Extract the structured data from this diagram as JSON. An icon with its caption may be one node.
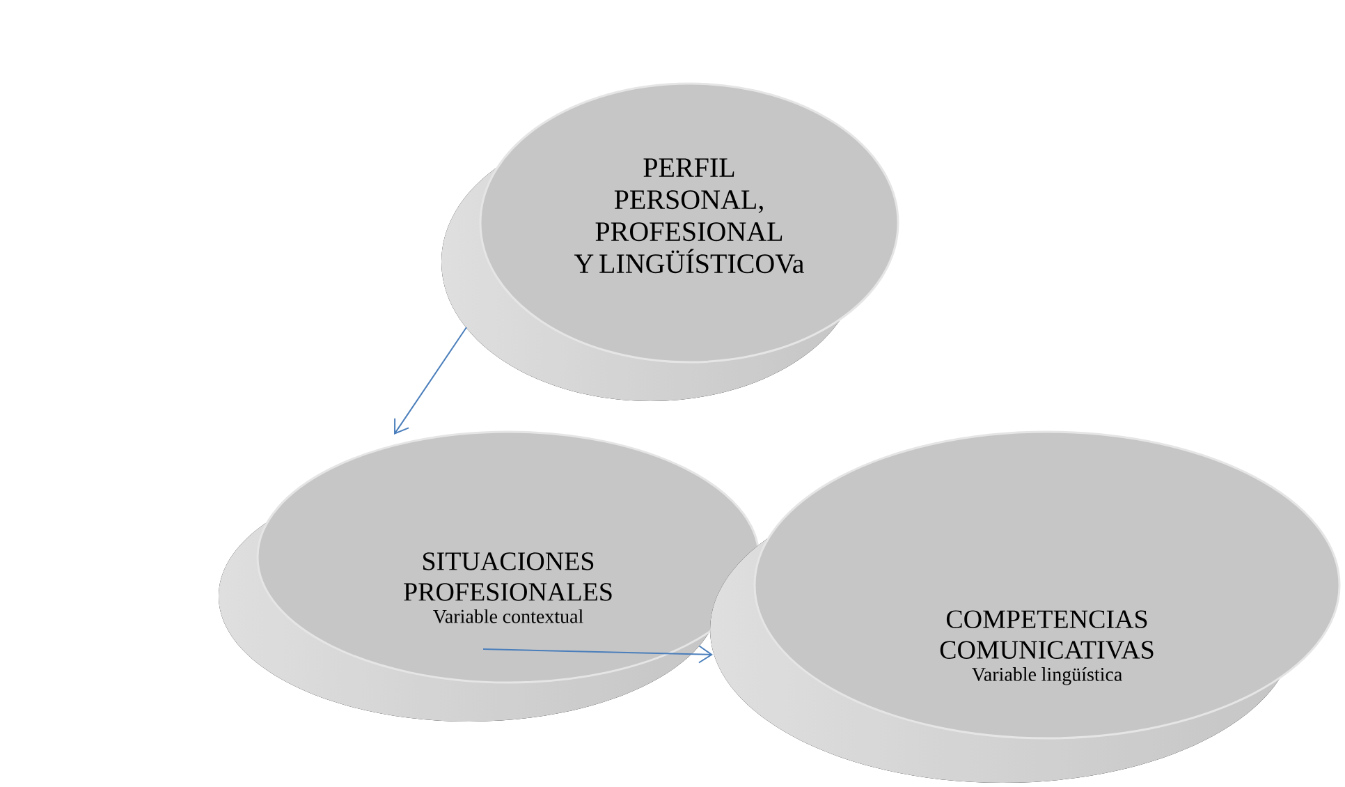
{
  "diagram": {
    "nodes": [
      {
        "text": [
          "PERFIL PERSONAL, PROFESIONAL Y LINGÜÍSTICOVa"
        ]
      },
      {
        "text": [
          "SITUACIONES PROFESIONALES",
          "Variable contextual"
        ]
      },
      {
        "text": [
          "COMPETENCIAS COMUNICATIVAS",
          "Variable lingüística"
        ]
      }
    ],
    "edges": [
      {
        "from": 0,
        "to": 1,
        "arrow": "to"
      },
      {
        "from": 1,
        "to": 2,
        "arrow": "to"
      }
    ]
  }
}
